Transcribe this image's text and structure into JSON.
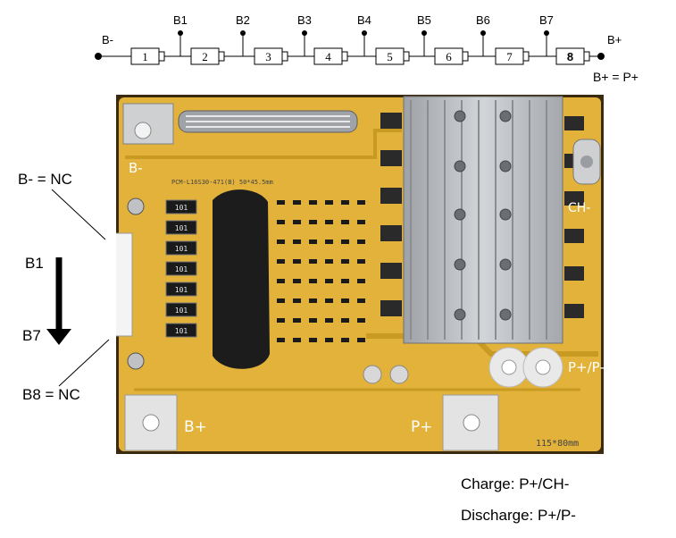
{
  "schematic": {
    "node_left": "B-",
    "node_right": "B+",
    "taps": [
      "B1",
      "B2",
      "B3",
      "B4",
      "B5",
      "B6",
      "B7"
    ],
    "cells": [
      "1",
      "2",
      "3",
      "4",
      "5",
      "6",
      "7",
      "8"
    ],
    "equivalence": "B+ = P+"
  },
  "callouts": {
    "bminus_nc": "B- = NC",
    "b1": "B1",
    "b7": "B7",
    "b8_nc": "B8 = NC"
  },
  "board": {
    "silk_bminus": "B-",
    "silk_model": "PCM-L16S30-471(B) 50*45.5mm",
    "silk_ch": "CH-",
    "silk_pp": "P+/P-",
    "silk_bplus": "B+",
    "silk_pplus": "P+",
    "silk_size": "115*80mm",
    "resistor_marking": "101",
    "colors": {
      "pcb": "#e2b23a",
      "trace": "#c89a22",
      "heatsink": "#b9bcc0",
      "pad": "#d8d8d8",
      "ic": "#1a1a1a"
    }
  },
  "notes": {
    "charge": "Charge: P+/CH-",
    "discharge": "Discharge: P+/P-"
  }
}
